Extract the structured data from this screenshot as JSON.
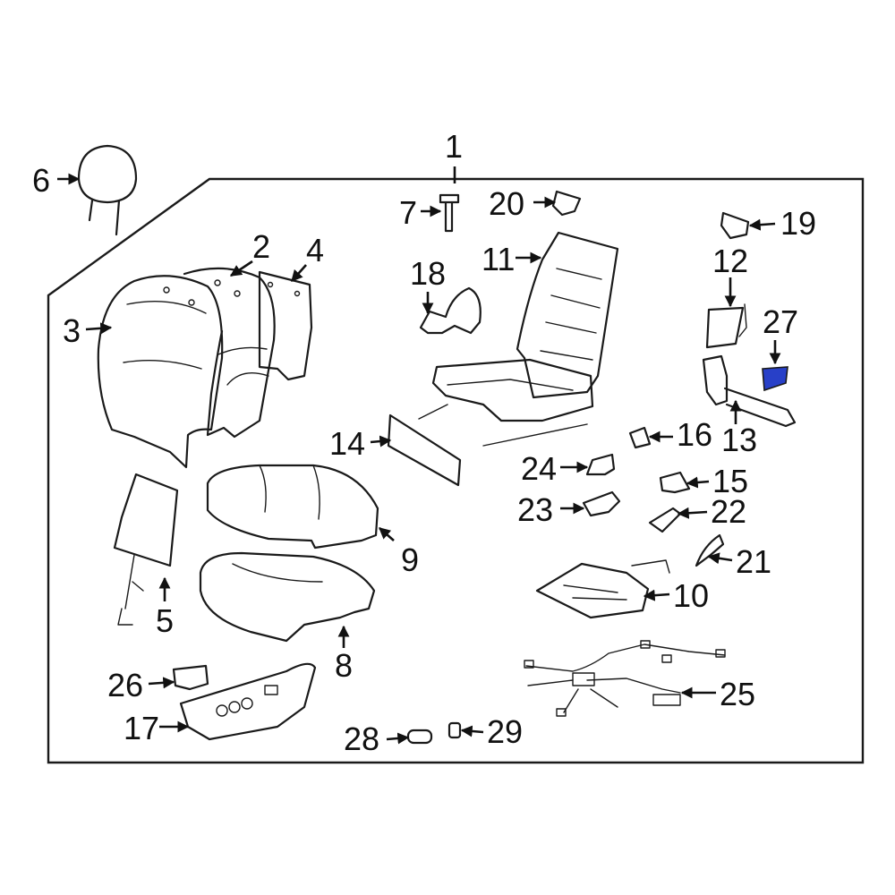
{
  "diagram": {
    "border_color": "#1a1a1a",
    "highlight_color": "#2840c8",
    "highlighted_part": "27",
    "callouts": {
      "c1": "1",
      "c2": "2",
      "c3": "3",
      "c4": "4",
      "c5": "5",
      "c6": "6",
      "c7": "7",
      "c8": "8",
      "c9": "9",
      "c10": "10",
      "c11": "11",
      "c12": "12",
      "c13": "13",
      "c14": "14",
      "c15": "15",
      "c16": "16",
      "c17": "17",
      "c18": "18",
      "c19": "19",
      "c20": "20",
      "c21": "21",
      "c22": "22",
      "c23": "23",
      "c24": "24",
      "c25": "25",
      "c26": "26",
      "c27": "27",
      "c28": "28",
      "c29": "29"
    }
  }
}
